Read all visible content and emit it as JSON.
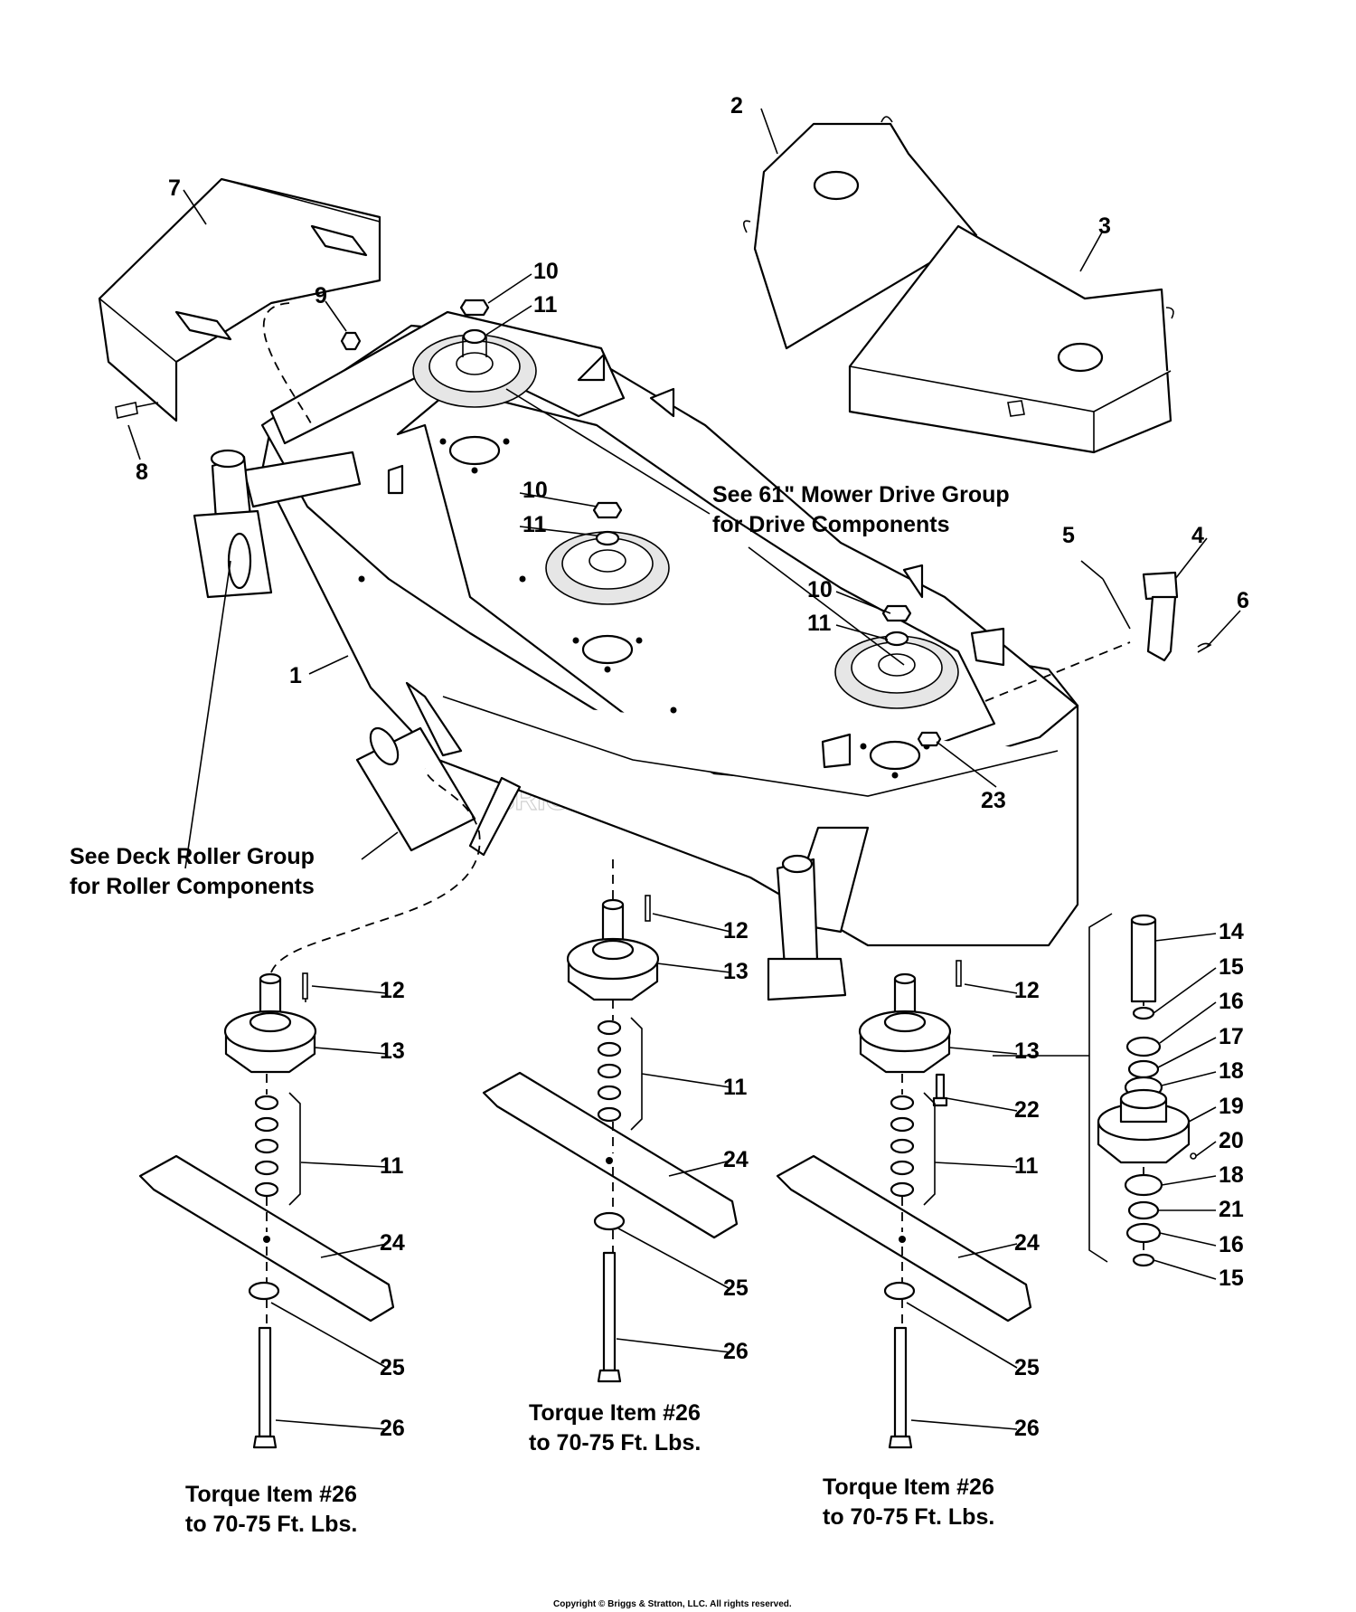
{
  "callouts": [
    {
      "id": "c1",
      "text": "1"
    },
    {
      "id": "c2",
      "text": "2"
    },
    {
      "id": "c3",
      "text": "3"
    },
    {
      "id": "c4",
      "text": "4"
    },
    {
      "id": "c5",
      "text": "5"
    },
    {
      "id": "c6",
      "text": "6"
    },
    {
      "id": "c7",
      "text": "7"
    },
    {
      "id": "c8",
      "text": "8"
    },
    {
      "id": "c9",
      "text": "9"
    },
    {
      "id": "c10a",
      "text": "10"
    },
    {
      "id": "c11a",
      "text": "11"
    },
    {
      "id": "c10b",
      "text": "10"
    },
    {
      "id": "c11b",
      "text": "11"
    },
    {
      "id": "c10c",
      "text": "10"
    },
    {
      "id": "c11c",
      "text": "11"
    },
    {
      "id": "c23",
      "text": "23"
    },
    {
      "id": "c12a",
      "text": "12"
    },
    {
      "id": "c13a",
      "text": "13"
    },
    {
      "id": "c11d",
      "text": "11"
    },
    {
      "id": "c24a",
      "text": "24"
    },
    {
      "id": "c25a",
      "text": "25"
    },
    {
      "id": "c26a",
      "text": "26"
    },
    {
      "id": "c12b",
      "text": "12"
    },
    {
      "id": "c13b",
      "text": "13"
    },
    {
      "id": "c11e",
      "text": "11"
    },
    {
      "id": "c24b",
      "text": "24"
    },
    {
      "id": "c25b",
      "text": "25"
    },
    {
      "id": "c26b",
      "text": "26"
    },
    {
      "id": "c12c",
      "text": "12"
    },
    {
      "id": "c13c",
      "text": "13"
    },
    {
      "id": "c22",
      "text": "22"
    },
    {
      "id": "c11f",
      "text": "11"
    },
    {
      "id": "c24c",
      "text": "24"
    },
    {
      "id": "c25c",
      "text": "25"
    },
    {
      "id": "c26c",
      "text": "26"
    },
    {
      "id": "c14",
      "text": "14"
    },
    {
      "id": "c15a",
      "text": "15"
    },
    {
      "id": "c16a",
      "text": "16"
    },
    {
      "id": "c17",
      "text": "17"
    },
    {
      "id": "c18a",
      "text": "18"
    },
    {
      "id": "c19",
      "text": "19"
    },
    {
      "id": "c20",
      "text": "20"
    },
    {
      "id": "c18b",
      "text": "18"
    },
    {
      "id": "c21",
      "text": "21"
    },
    {
      "id": "c16b",
      "text": "16"
    },
    {
      "id": "c15b",
      "text": "15"
    }
  ],
  "notes": {
    "drive_line1": "See 61\" Mower Drive Group",
    "drive_line2": "for Drive Components",
    "roller_line1": "See Deck Roller Group",
    "roller_line2": "for Roller Components",
    "torque_left_line1": "Torque Item #26",
    "torque_left_line2": "to 70-75 Ft. Lbs.",
    "torque_center_line1": "Torque Item #26",
    "torque_center_line2": "to 70-75 Ft. Lbs.",
    "torque_right_line1": "Torque Item #26",
    "torque_right_line2": "to 70-75 Ft. Lbs."
  },
  "watermark": "BRIGGS & STRATTON",
  "copyright": "Copyright © Briggs & Stratton, LLC. All rights reserved."
}
